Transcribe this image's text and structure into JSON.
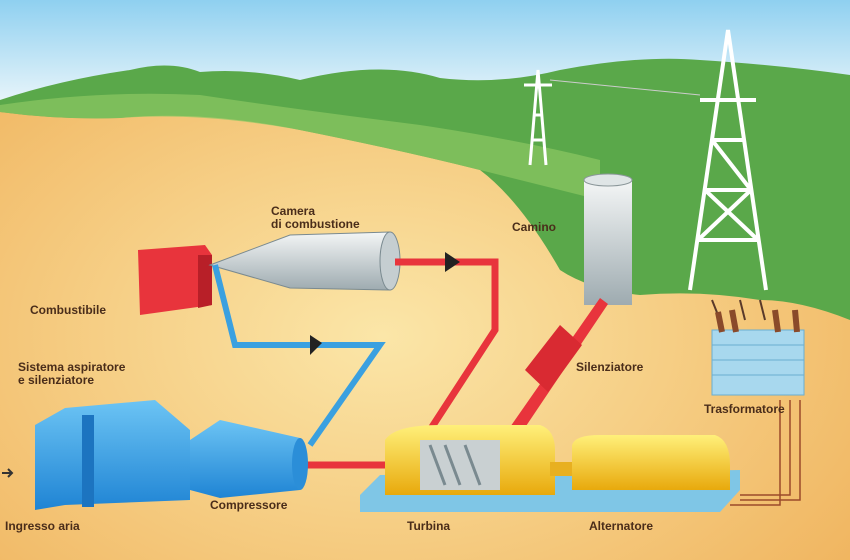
{
  "labels": {
    "combustion_chamber_1": "Camera",
    "combustion_chamber_2": "di combustione",
    "chimney": "Camino",
    "fuel": "Combustibile",
    "intake_system_1": "Sistema aspiratore",
    "intake_system_2": "e silenziatore",
    "silencer": "Silenziatore",
    "transformer": "Trasformatore",
    "compressor": "Compressore",
    "turbine": "Turbina",
    "alternator": "Alternatore",
    "air_inlet": "Ingresso aria"
  },
  "colors": {
    "air_pipe": "#3aa0e0",
    "hot_pipe": "#e8343c",
    "turbine": "#f2c81c",
    "base": "#7fc6e6"
  }
}
